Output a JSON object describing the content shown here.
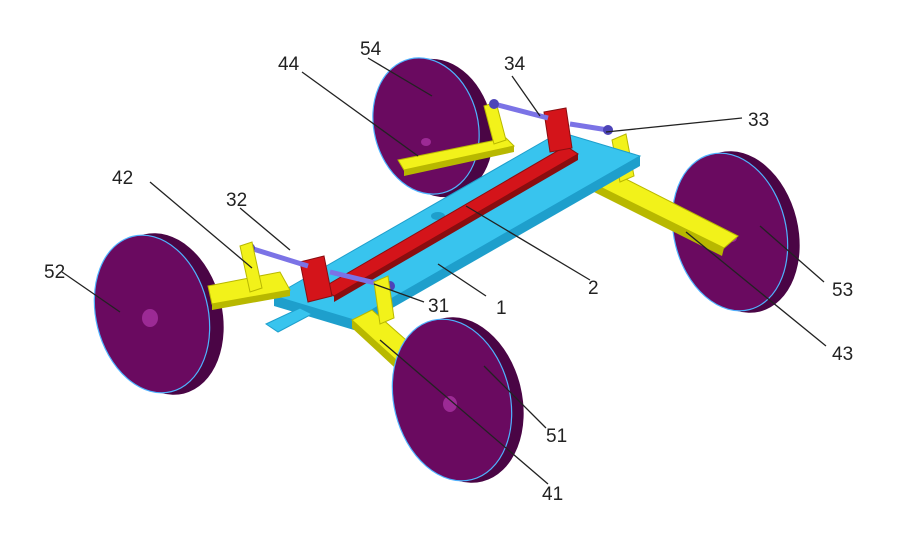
{
  "colors": {
    "wheel_face": "#6a0a60",
    "wheel_rim": "#8e1a87",
    "wheel_edge": "#4a0545",
    "wheel_outline": "#4fb3ff",
    "frame": "#38c4ee",
    "frame_dark": "#1e9fcc",
    "beam": "#d4141a",
    "beam_dark": "#8a0d10",
    "arm": "#f2f21a",
    "arm_dark": "#b8b800",
    "rod": "#7b73e6",
    "rod_dark": "#4d44b8",
    "leader": "#222222"
  },
  "labels": {
    "l1": "1",
    "l2": "2",
    "l31": "31",
    "l32": "32",
    "l33": "33",
    "l34": "34",
    "l41": "41",
    "l42": "42",
    "l43": "43",
    "l44": "44",
    "l51": "51",
    "l52": "52",
    "l53": "53",
    "l54": "54"
  }
}
